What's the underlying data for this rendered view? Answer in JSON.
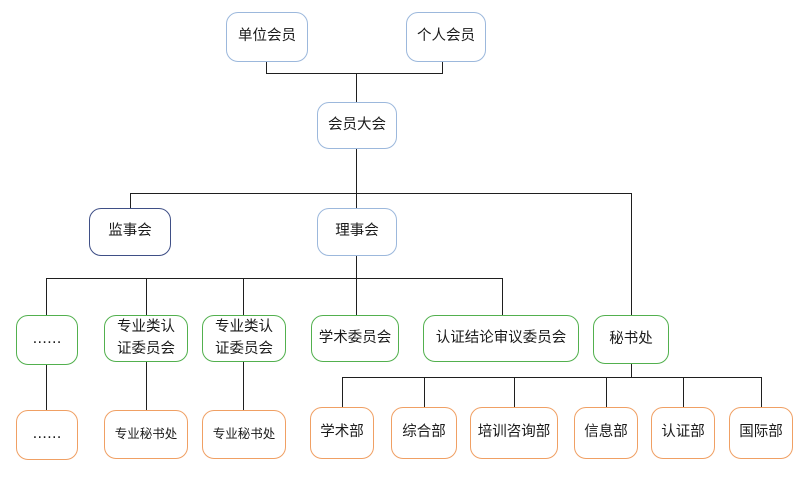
{
  "members": {
    "unit": "单位会员",
    "individual": "个人会员"
  },
  "assembly": "会员大会",
  "supervisory_board": "监事会",
  "council": "理事会",
  "committees": {
    "ellipsis": "……",
    "cert_committee_1": "专业类认证委员会",
    "cert_committee_2": "专业类认证委员会",
    "academic": "学术委员会",
    "review": "认证结论审议委员会"
  },
  "secretariat": "秘书处",
  "sub_units": {
    "ellipsis": "……",
    "secretary_office_1": "专业秘书处",
    "secretary_office_2": "专业秘书处"
  },
  "departments": [
    "学术部",
    "综合部",
    "培训咨询部",
    "信息部",
    "认证部",
    "国际部"
  ],
  "colors": {
    "top_border": "#9cb8dc",
    "supervisory_border": "#3f4f86",
    "committee_border": "#52b04e",
    "leaf_border": "#f0a064",
    "connector": "#1f1f1f"
  }
}
